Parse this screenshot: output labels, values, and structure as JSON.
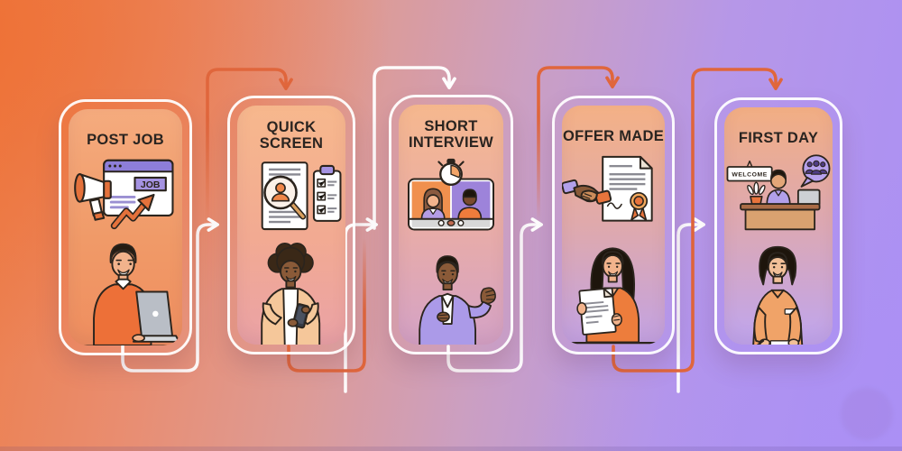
{
  "infographic": {
    "theme": "hiring-process-flow",
    "background_colors": {
      "left_orange": "#ee7034",
      "mid_pink": "#dd9b96",
      "right_purple": "#ab90f4"
    },
    "connector_colors": {
      "white": "#ffffff",
      "orange": "#e0663c"
    },
    "title_text_color": "#2a2420"
  },
  "steps": [
    {
      "order": 1,
      "title": "POST JOB",
      "icon": "megaphone-job-posting-icon",
      "illustration": "man-working-on-laptop"
    },
    {
      "order": 2,
      "title": "QUICK SCREEN",
      "icon": "resume-magnifier-checklist-icon",
      "illustration": "woman-reviewing-candidates-on-phone"
    },
    {
      "order": 3,
      "title": "SHORT INTERVIEW",
      "icon": "video-call-with-timer-icon",
      "illustration": "man-speaking-in-interview"
    },
    {
      "order": 4,
      "title": "OFFER MADE",
      "icon": "handshake-and-certificate-icon",
      "illustration": "woman-reading-offer-letter"
    },
    {
      "order": 5,
      "title": "FIRST DAY",
      "icon": "welcome-reception-desk-icon",
      "illustration": "woman-signing-onboarding-papers"
    }
  ],
  "icon_labels": {
    "job_board_badge": "JOB",
    "welcome_sign": "WELCOME"
  },
  "flow_arrows": {
    "top_down_arrows": [
      {
        "target": "QUICK SCREEN",
        "color": "orange"
      },
      {
        "target": "SHORT INTERVIEW",
        "color": "white"
      },
      {
        "target": "OFFER MADE",
        "color": "orange"
      },
      {
        "target": "FIRST DAY",
        "color": "orange"
      }
    ],
    "mid_right_arrows": [
      {
        "from": "POST JOB",
        "to": "QUICK SCREEN",
        "color": "white"
      },
      {
        "from": "QUICK SCREEN",
        "to": "SHORT INTERVIEW",
        "color": "white"
      },
      {
        "from": "SHORT INTERVIEW",
        "to": "OFFER MADE",
        "color": "white"
      },
      {
        "from": "OFFER MADE",
        "to": "FIRST DAY",
        "color": "white"
      }
    ]
  }
}
